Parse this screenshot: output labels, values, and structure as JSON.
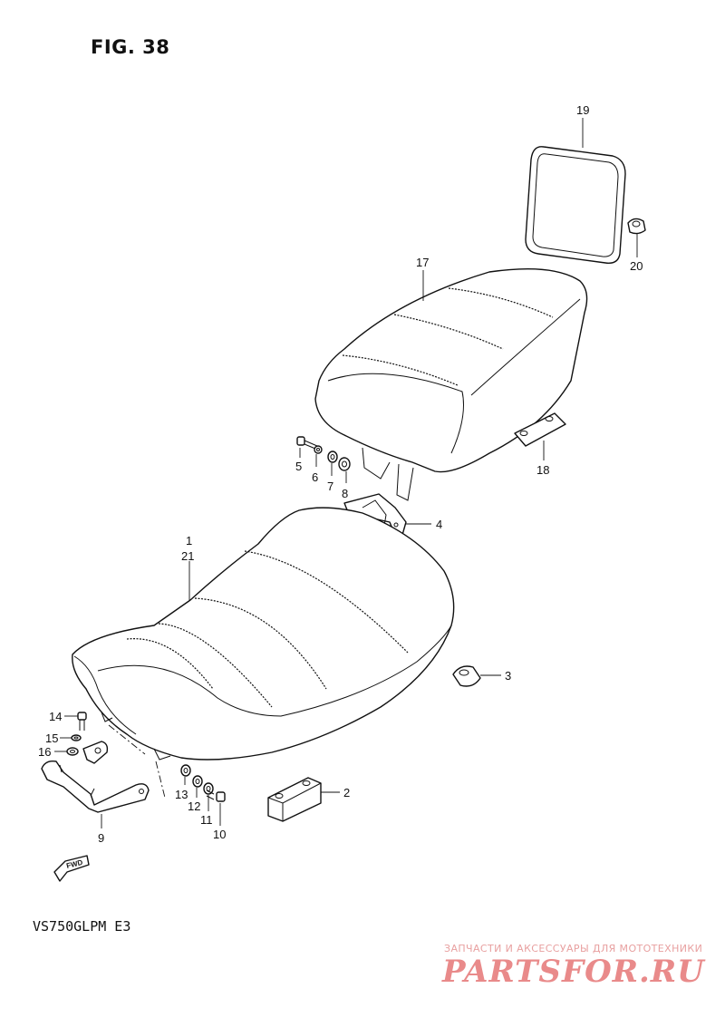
{
  "figure": {
    "title": "FIG. 38",
    "model_code": "VS750GLPM  E3",
    "direction_marker": "FWD"
  },
  "parts": {
    "p1": "1",
    "p2": "2",
    "p3": "3",
    "p4": "4",
    "p5": "5",
    "p6": "6",
    "p7": "7",
    "p8": "8",
    "p9": "9",
    "p10": "10",
    "p11": "11",
    "p12": "12",
    "p13": "13",
    "p14": "14",
    "p15": "15",
    "p16": "16",
    "p17": "17",
    "p18": "18",
    "p19": "19",
    "p20": "20",
    "p21": "21"
  },
  "watermark": {
    "subtitle": "ЗАПЧАСТИ И АКСЕССУАРЫ ДЛЯ МОТОТЕХНИКИ",
    "logo_text": "PARTSFOR.RU"
  },
  "colors": {
    "line": "#111111",
    "background": "#ffffff",
    "watermark": "#e98a8a"
  }
}
